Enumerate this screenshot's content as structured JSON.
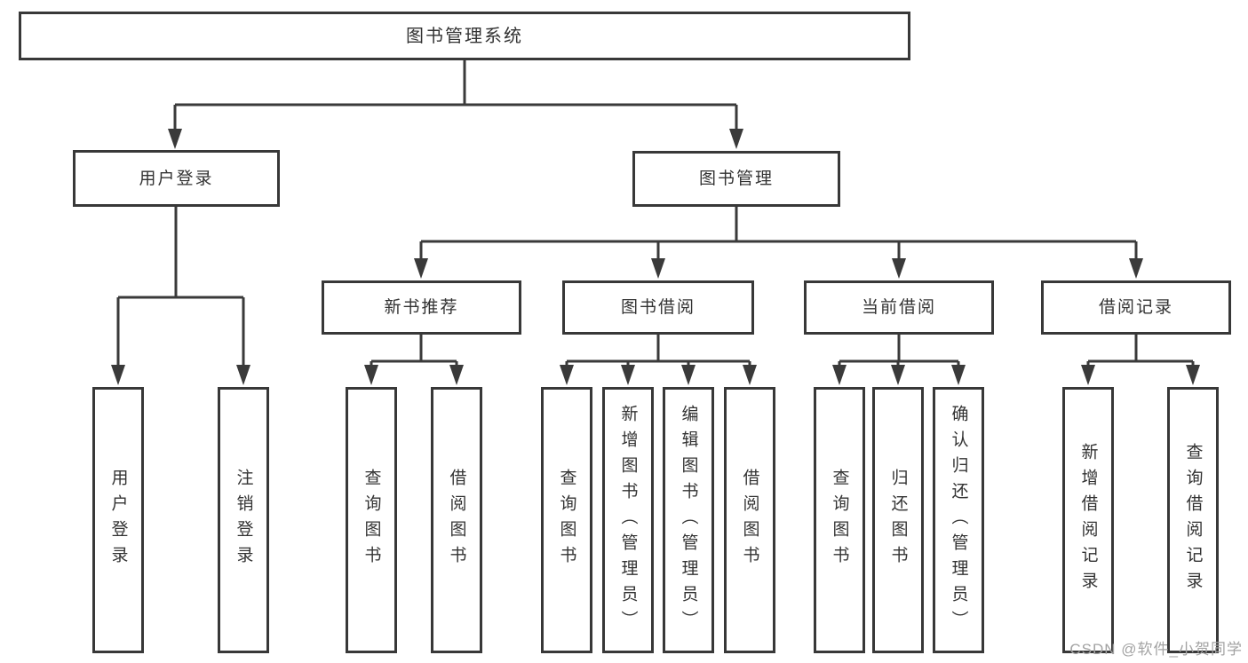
{
  "page": {
    "background": "#ffffff"
  },
  "colors": {
    "line": "#3a3a3a",
    "box_border": "#383838",
    "text": "#333333",
    "watermark": "#a3a3a3"
  },
  "watermark": {
    "text": "CSDN @软件_小贺同学"
  },
  "diagram": {
    "type": "tree-diagram",
    "root": {
      "label": "图书管理系统",
      "children": [
        {
          "label": "用户登录",
          "children": [
            {
              "label": "用户登录"
            },
            {
              "label": "注销登录"
            }
          ]
        },
        {
          "label": "图书管理",
          "children": [
            {
              "label": "新书推荐",
              "children": [
                {
                  "label": "查询图书"
                },
                {
                  "label": "借阅图书"
                }
              ]
            },
            {
              "label": "图书借阅",
              "children": [
                {
                  "label": "查询图书"
                },
                {
                  "label": "新增图书（管理员）"
                },
                {
                  "label": "编辑图书（管理员）"
                },
                {
                  "label": "借阅图书"
                }
              ]
            },
            {
              "label": "当前借阅",
              "children": [
                {
                  "label": "查询图书"
                },
                {
                  "label": "归还图书"
                },
                {
                  "label": "确认归还（管理员）"
                }
              ]
            },
            {
              "label": "借阅记录",
              "children": [
                {
                  "label": "新增借阅记录"
                },
                {
                  "label": "查询借阅记录"
                }
              ]
            }
          ]
        }
      ]
    }
  }
}
